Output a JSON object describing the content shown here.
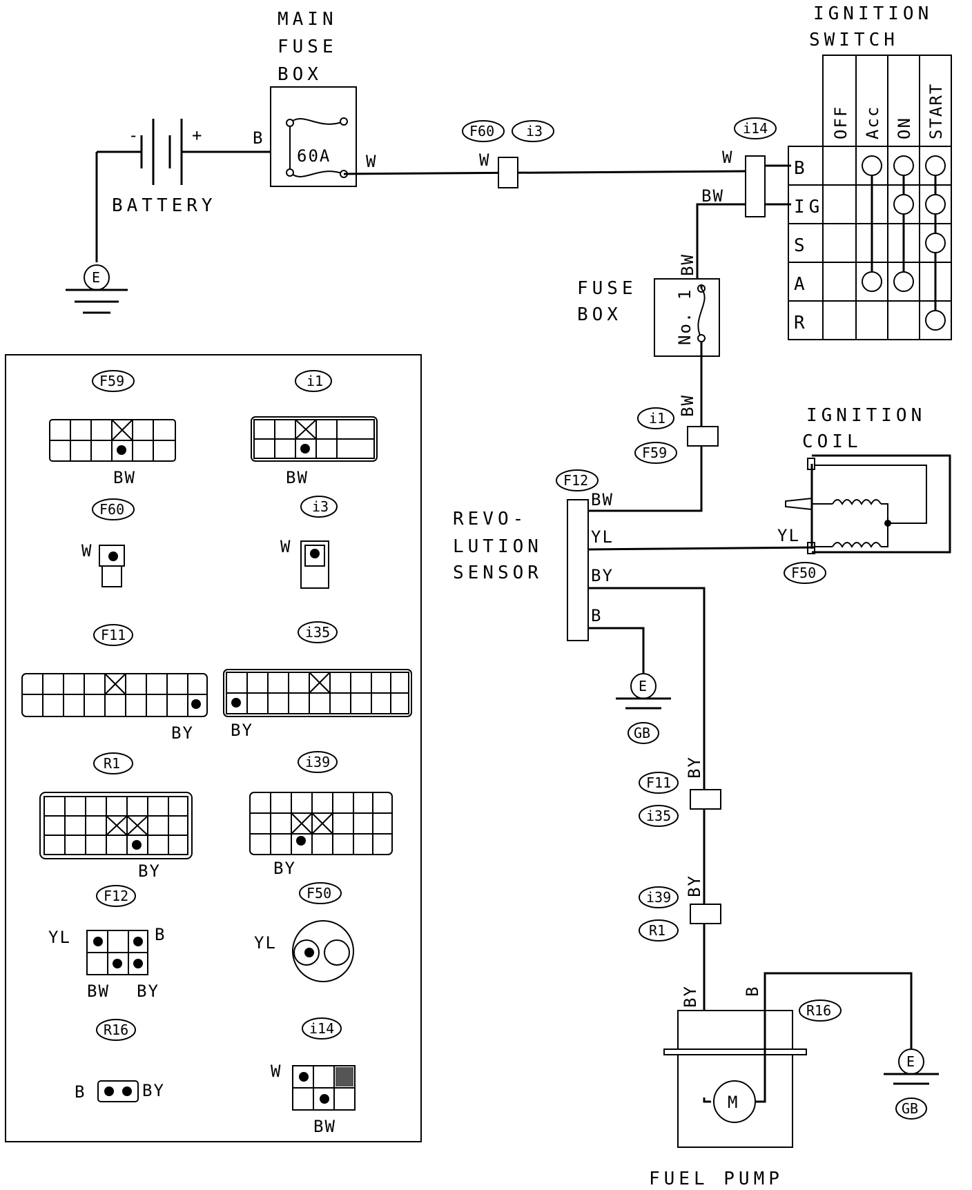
{
  "components": {
    "main_fuse_box": [
      "MAIN",
      "FUSE",
      "BOX"
    ],
    "main_fuse_rating": "60A",
    "battery": "BATTERY",
    "battery_minus": "-",
    "battery_plus": "+",
    "ignition_switch": [
      "IGNITION",
      "SWITCH"
    ],
    "fuse_box": [
      "FUSE",
      "BOX"
    ],
    "fuse_no": "No. 1",
    "ignition_coil": [
      "IGNITION",
      "COIL"
    ],
    "revolution_sensor": [
      "REVO-",
      "LUTION",
      "SENSOR"
    ],
    "fuel_pump": "FUEL PUMP",
    "motor": "M",
    "earth": "E",
    "ground_ref": "GB"
  },
  "switch_table": {
    "columns": [
      "OFF",
      "Acc",
      "ON",
      "START"
    ],
    "rows": [
      "B",
      "IG",
      "S",
      "A",
      "R"
    ]
  },
  "wires": {
    "B": "B",
    "W": "W",
    "BW": "BW",
    "YL": "YL",
    "BY": "BY"
  },
  "connectors": {
    "F60": "F60",
    "i3": "i3",
    "i14": "i14",
    "i1": "i1",
    "F59": "F59",
    "F12": "F12",
    "F50": "F50",
    "F11": "F11",
    "i35": "i35",
    "i39": "i39",
    "R1": "R1",
    "R16": "R16"
  },
  "pin_labels": {
    "F59": "BW",
    "i1": "BW",
    "F60": "W",
    "i3": "W",
    "F11": "BY",
    "i35": "BY",
    "R1": "BY",
    "i39": "BY",
    "F12": [
      "YL",
      "B",
      "BW",
      "BY"
    ],
    "F50": "YL",
    "R16": [
      "B",
      "BY"
    ],
    "i14": [
      "W",
      "BW"
    ]
  }
}
